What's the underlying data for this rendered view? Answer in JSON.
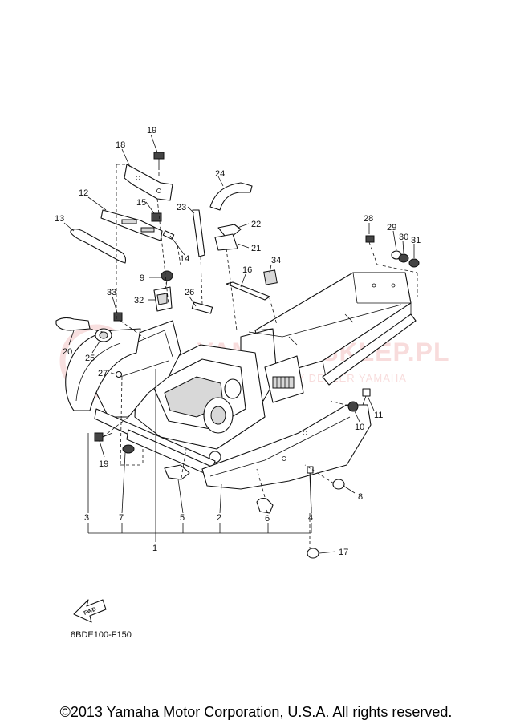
{
  "diagram": {
    "callouts": {
      "c1": "1",
      "c2": "2",
      "c3": "3",
      "c4": "4",
      "c5": "5",
      "c6": "6",
      "c7": "7",
      "c8": "8",
      "c9": "9",
      "c10": "10",
      "c11": "11",
      "c12": "12",
      "c13": "13",
      "c14": "14",
      "c15": "15",
      "c16": "16",
      "c17": "17",
      "c18": "18",
      "c19a": "19",
      "c19b": "19",
      "c20": "20",
      "c21": "21",
      "c22": "22",
      "c23": "23",
      "c24": "24",
      "c25": "25",
      "c26": "26",
      "c27": "27",
      "c28": "28",
      "c29": "29",
      "c30": "30",
      "c31": "31",
      "c32": "32",
      "c33": "33",
      "c34": "34"
    },
    "fwd_label": "FWD",
    "drawing_code": "8BDE100-F150",
    "watermark": {
      "text": "YAMAHA-SKLEP.PL",
      "subtext": "AUTORYZOWANY DEALER YAMAHA"
    }
  },
  "footer": {
    "copyright": "©2013 Yamaha Motor Corporation, U.S.A. All rights reserved."
  },
  "colors": {
    "line": "#111111",
    "watermark": "#d73c3c",
    "background": "#ffffff"
  }
}
